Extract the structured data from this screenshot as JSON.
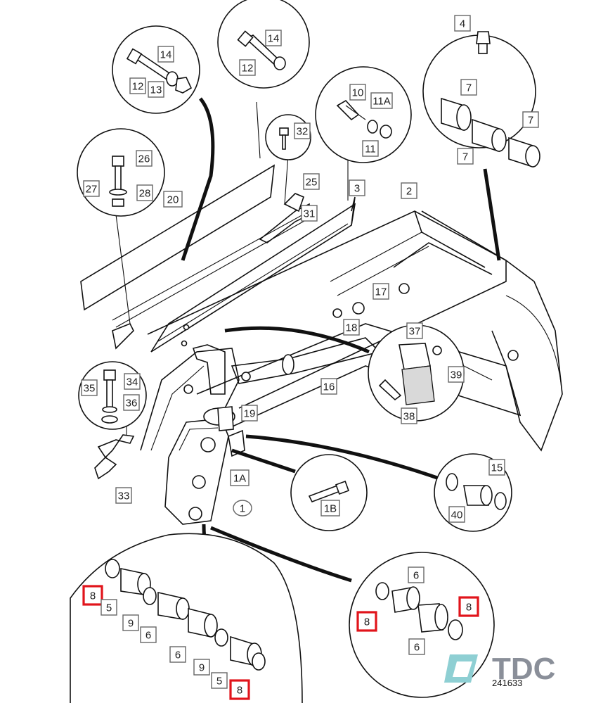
{
  "figure": {
    "reference": "241633"
  },
  "logo": {
    "text": "TDC"
  },
  "colors": {
    "highlight": "#e1141b",
    "logo_accent": "#8ecfd3"
  },
  "callouts": [
    {
      "text": "14",
      "highlight": false
    },
    {
      "text": "12",
      "highlight": false
    },
    {
      "text": "13",
      "highlight": false
    },
    {
      "text": "14",
      "highlight": false
    },
    {
      "text": "12",
      "highlight": false
    },
    {
      "text": "4",
      "highlight": false
    },
    {
      "text": "7",
      "highlight": false
    },
    {
      "text": "7",
      "highlight": false
    },
    {
      "text": "7",
      "highlight": false
    },
    {
      "text": "10",
      "highlight": false
    },
    {
      "text": "11A",
      "highlight": false
    },
    {
      "text": "11",
      "highlight": false
    },
    {
      "text": "32",
      "highlight": false
    },
    {
      "text": "26",
      "highlight": false
    },
    {
      "text": "27",
      "highlight": false
    },
    {
      "text": "28",
      "highlight": false
    },
    {
      "text": "20",
      "highlight": false
    },
    {
      "text": "25",
      "highlight": false
    },
    {
      "text": "31",
      "highlight": false
    },
    {
      "text": "3",
      "highlight": false
    },
    {
      "text": "2",
      "highlight": false
    },
    {
      "text": "17",
      "highlight": false
    },
    {
      "text": "18",
      "highlight": false
    },
    {
      "text": "37",
      "highlight": false
    },
    {
      "text": "39",
      "highlight": false
    },
    {
      "text": "38",
      "highlight": false
    },
    {
      "text": "16",
      "highlight": false
    },
    {
      "text": "35",
      "highlight": false
    },
    {
      "text": "34",
      "highlight": false
    },
    {
      "text": "36",
      "highlight": false
    },
    {
      "text": "33",
      "highlight": false
    },
    {
      "text": "19",
      "highlight": false
    },
    {
      "text": "1A",
      "highlight": false
    },
    {
      "text": "1",
      "highlight": false
    },
    {
      "text": "1B",
      "highlight": false
    },
    {
      "text": "15",
      "highlight": false
    },
    {
      "text": "40",
      "highlight": false
    },
    {
      "text": "8",
      "highlight": true
    },
    {
      "text": "5",
      "highlight": false
    },
    {
      "text": "9",
      "highlight": false
    },
    {
      "text": "6",
      "highlight": false
    },
    {
      "text": "6",
      "highlight": false
    },
    {
      "text": "9",
      "highlight": false
    },
    {
      "text": "5",
      "highlight": false
    },
    {
      "text": "8",
      "highlight": true
    },
    {
      "text": "6",
      "highlight": false
    },
    {
      "text": "8",
      "highlight": true
    },
    {
      "text": "8",
      "highlight": true
    },
    {
      "text": "6",
      "highlight": false
    }
  ]
}
